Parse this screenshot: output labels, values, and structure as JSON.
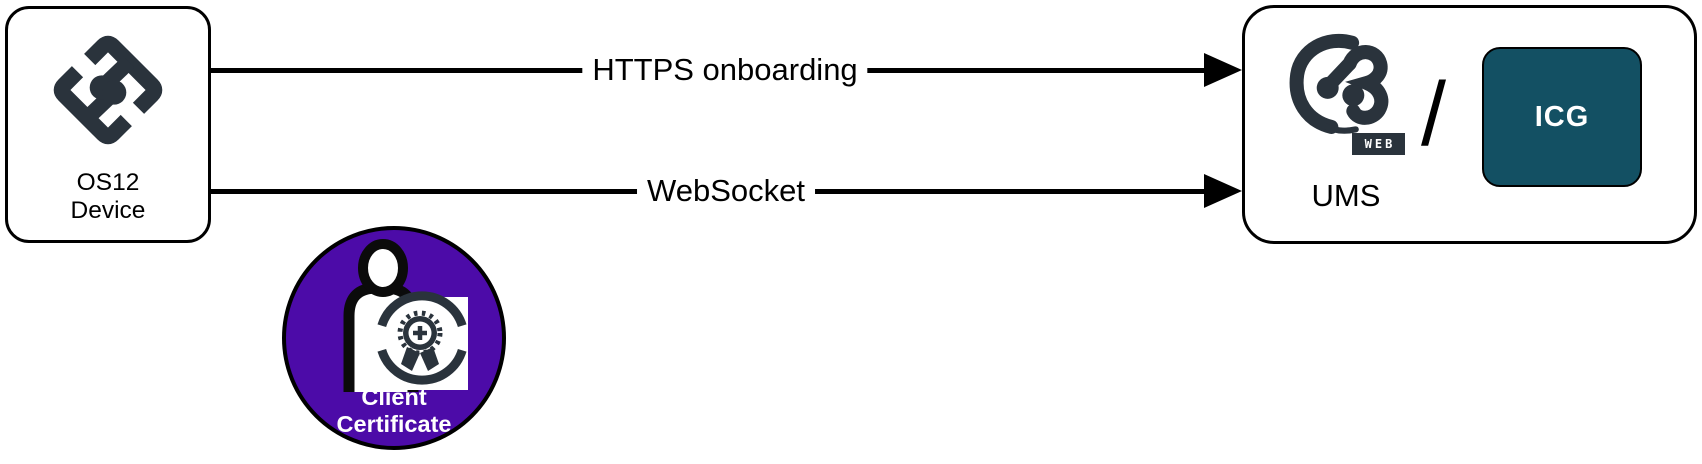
{
  "diagram": {
    "left_node": {
      "logo": "igel-os12-logo",
      "line1": "OS12",
      "line2": "Device"
    },
    "arrows": [
      {
        "label": "HTTPS onboarding",
        "direction": "right"
      },
      {
        "label": "WebSocket",
        "direction": "right"
      }
    ],
    "certificate": {
      "icon": "person-certificate",
      "line1": "Client",
      "line2": "Certificate"
    },
    "right_node": {
      "logo": "igel-ums-web-logo",
      "logo_badge": "WEB",
      "label": "UMS",
      "separator": "/",
      "icg": {
        "label": "ICG"
      }
    }
  },
  "colors": {
    "logo_slate": "#2A333C",
    "certificate_purple": "#4C0BA8",
    "icg_teal": "#135063",
    "line_black": "#000000",
    "background": "#FFFFFF"
  }
}
